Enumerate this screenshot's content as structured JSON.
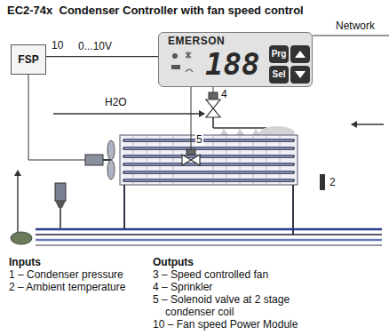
{
  "diagram": {
    "title": "EC2-74x  Condenser Controller with fan speed control",
    "nodes": [
      {
        "text": [
          "EMERSON",
          "188",
          "Prg",
          "Sel"
        ]
      },
      {
        "text": [
          "FSP"
        ]
      }
    ],
    "edges": [
      {
        "from": 0,
        "to": 1,
        "arrow": "none",
        "label": "0...10V"
      }
    ],
    "labels": [
      "Network",
      "10",
      "H2O",
      "4",
      "5",
      "2",
      "Inputs",
      "1 – Condenser pressure",
      "2 – Ambient temperature",
      "Outputs",
      "3 – Speed controlled fan",
      "4 – Sprinkler",
      "5 – Solenoid valve at 2 stage condenser coil",
      "10 – Fan speed Power Module"
    ]
  }
}
